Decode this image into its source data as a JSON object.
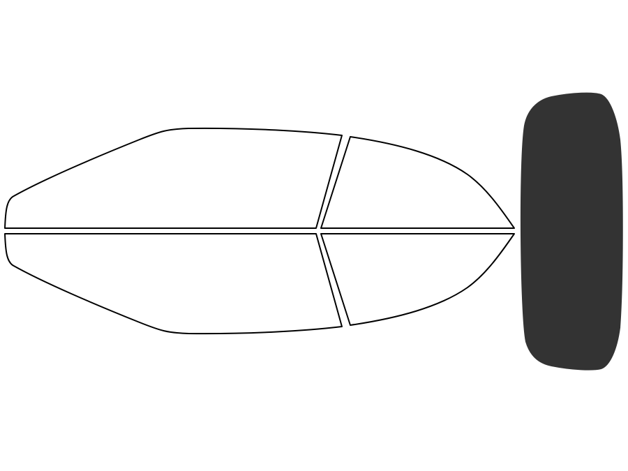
{
  "colors": {
    "background": "#ffffff",
    "outline": "#000000",
    "clear_fill": "#ffffff",
    "tinted_fill": "#333333",
    "tinted_outline": "#ffffff"
  },
  "panels": [
    {
      "name": "front-door-window-upper",
      "tint": "clear"
    },
    {
      "name": "rear-door-window-upper",
      "tint": "clear"
    },
    {
      "name": "front-door-window-lower",
      "tint": "clear"
    },
    {
      "name": "rear-door-window-lower",
      "tint": "clear"
    },
    {
      "name": "back-windshield",
      "tint": "tinted"
    }
  ]
}
